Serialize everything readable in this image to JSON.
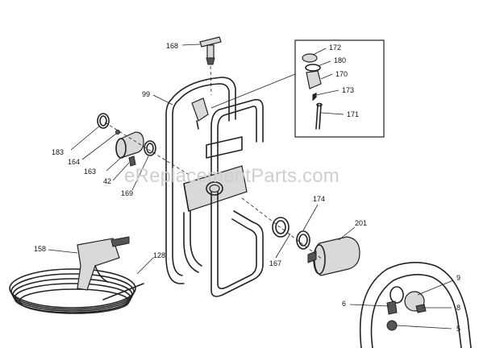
{
  "watermark": "eReplacementParts.com",
  "callouts": {
    "c168": "168",
    "c99": "99",
    "c172": "172",
    "c180": "180",
    "c170": "170",
    "c173": "173",
    "c171": "171",
    "c183": "183",
    "c164": "164",
    "c163": "163",
    "c42": "42",
    "c169": "169",
    "c174": "174",
    "c201": "201",
    "c167": "167",
    "c158": "158",
    "c128": "128",
    "c9": "9",
    "c6": "6",
    "c8": "8",
    "c5": "5"
  }
}
